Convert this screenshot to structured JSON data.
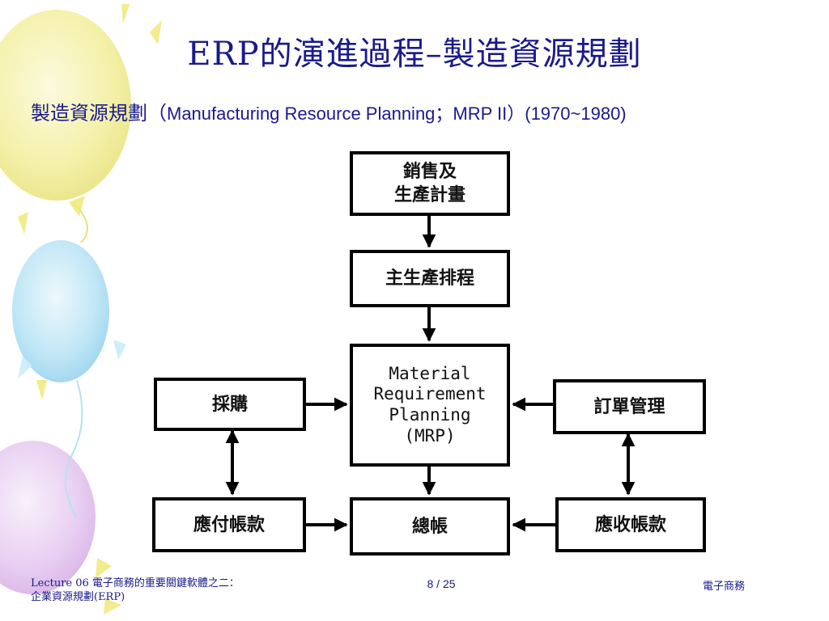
{
  "slide": {
    "title": "ERP的演進過程–製造資源規劃",
    "subtitle_cn": "製造資源規劃（",
    "subtitle_en": "Manufacturing Resource Planning；MRP II）(1970~1980)"
  },
  "diagram": {
    "sales_plan": "銷售及\n生產計畫",
    "master_schedule": "主生產排程",
    "mrp": "Material\nRequirement\nPlanning\n(MRP)",
    "purchasing": "採購",
    "order_mgmt": "訂單管理",
    "payable": "應付帳款",
    "ledger": "總帳",
    "receivable": "應收帳款"
  },
  "footer": {
    "left_line1": "Lecture 06 電子商務的重要關鍵軟體之二：",
    "left_line2": "企業資源規劃(ERP)",
    "page": "8 / 25",
    "right": "電子商務"
  },
  "colors": {
    "text": "#1a1a8c",
    "balloon_yellow": "#f5f2a0",
    "balloon_blue": "#b8e4f5",
    "balloon_purple": "#e6c8ef"
  }
}
